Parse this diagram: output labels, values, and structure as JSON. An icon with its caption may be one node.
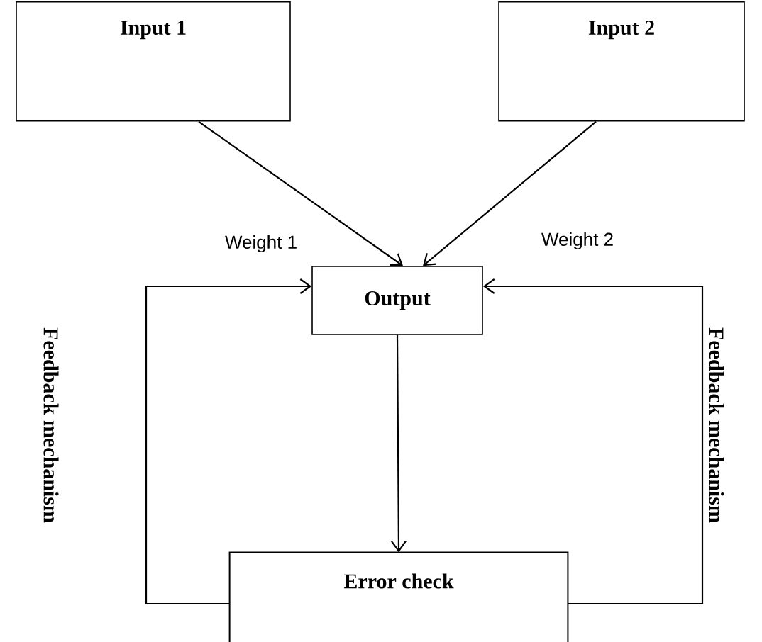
{
  "diagram": {
    "nodes": [
      {
        "text": [
          "Input 1"
        ]
      },
      {
        "text": [
          "Input 2"
        ]
      },
      {
        "text": [
          "Output"
        ]
      },
      {
        "text": [
          "Error check"
        ]
      }
    ],
    "edges": [
      {
        "from": 0,
        "to": 2,
        "arrow": "to",
        "label": "Weight 1"
      },
      {
        "from": 1,
        "to": 2,
        "arrow": "to",
        "label": "Weight 2"
      },
      {
        "from": 2,
        "to": 3,
        "arrow": "to"
      },
      {
        "from": 3,
        "to": 2,
        "arrow": "to",
        "label": "Feedback mechanism"
      },
      {
        "from": 3,
        "to": 2,
        "arrow": "to",
        "label": "Feedback mechanism"
      }
    ]
  }
}
